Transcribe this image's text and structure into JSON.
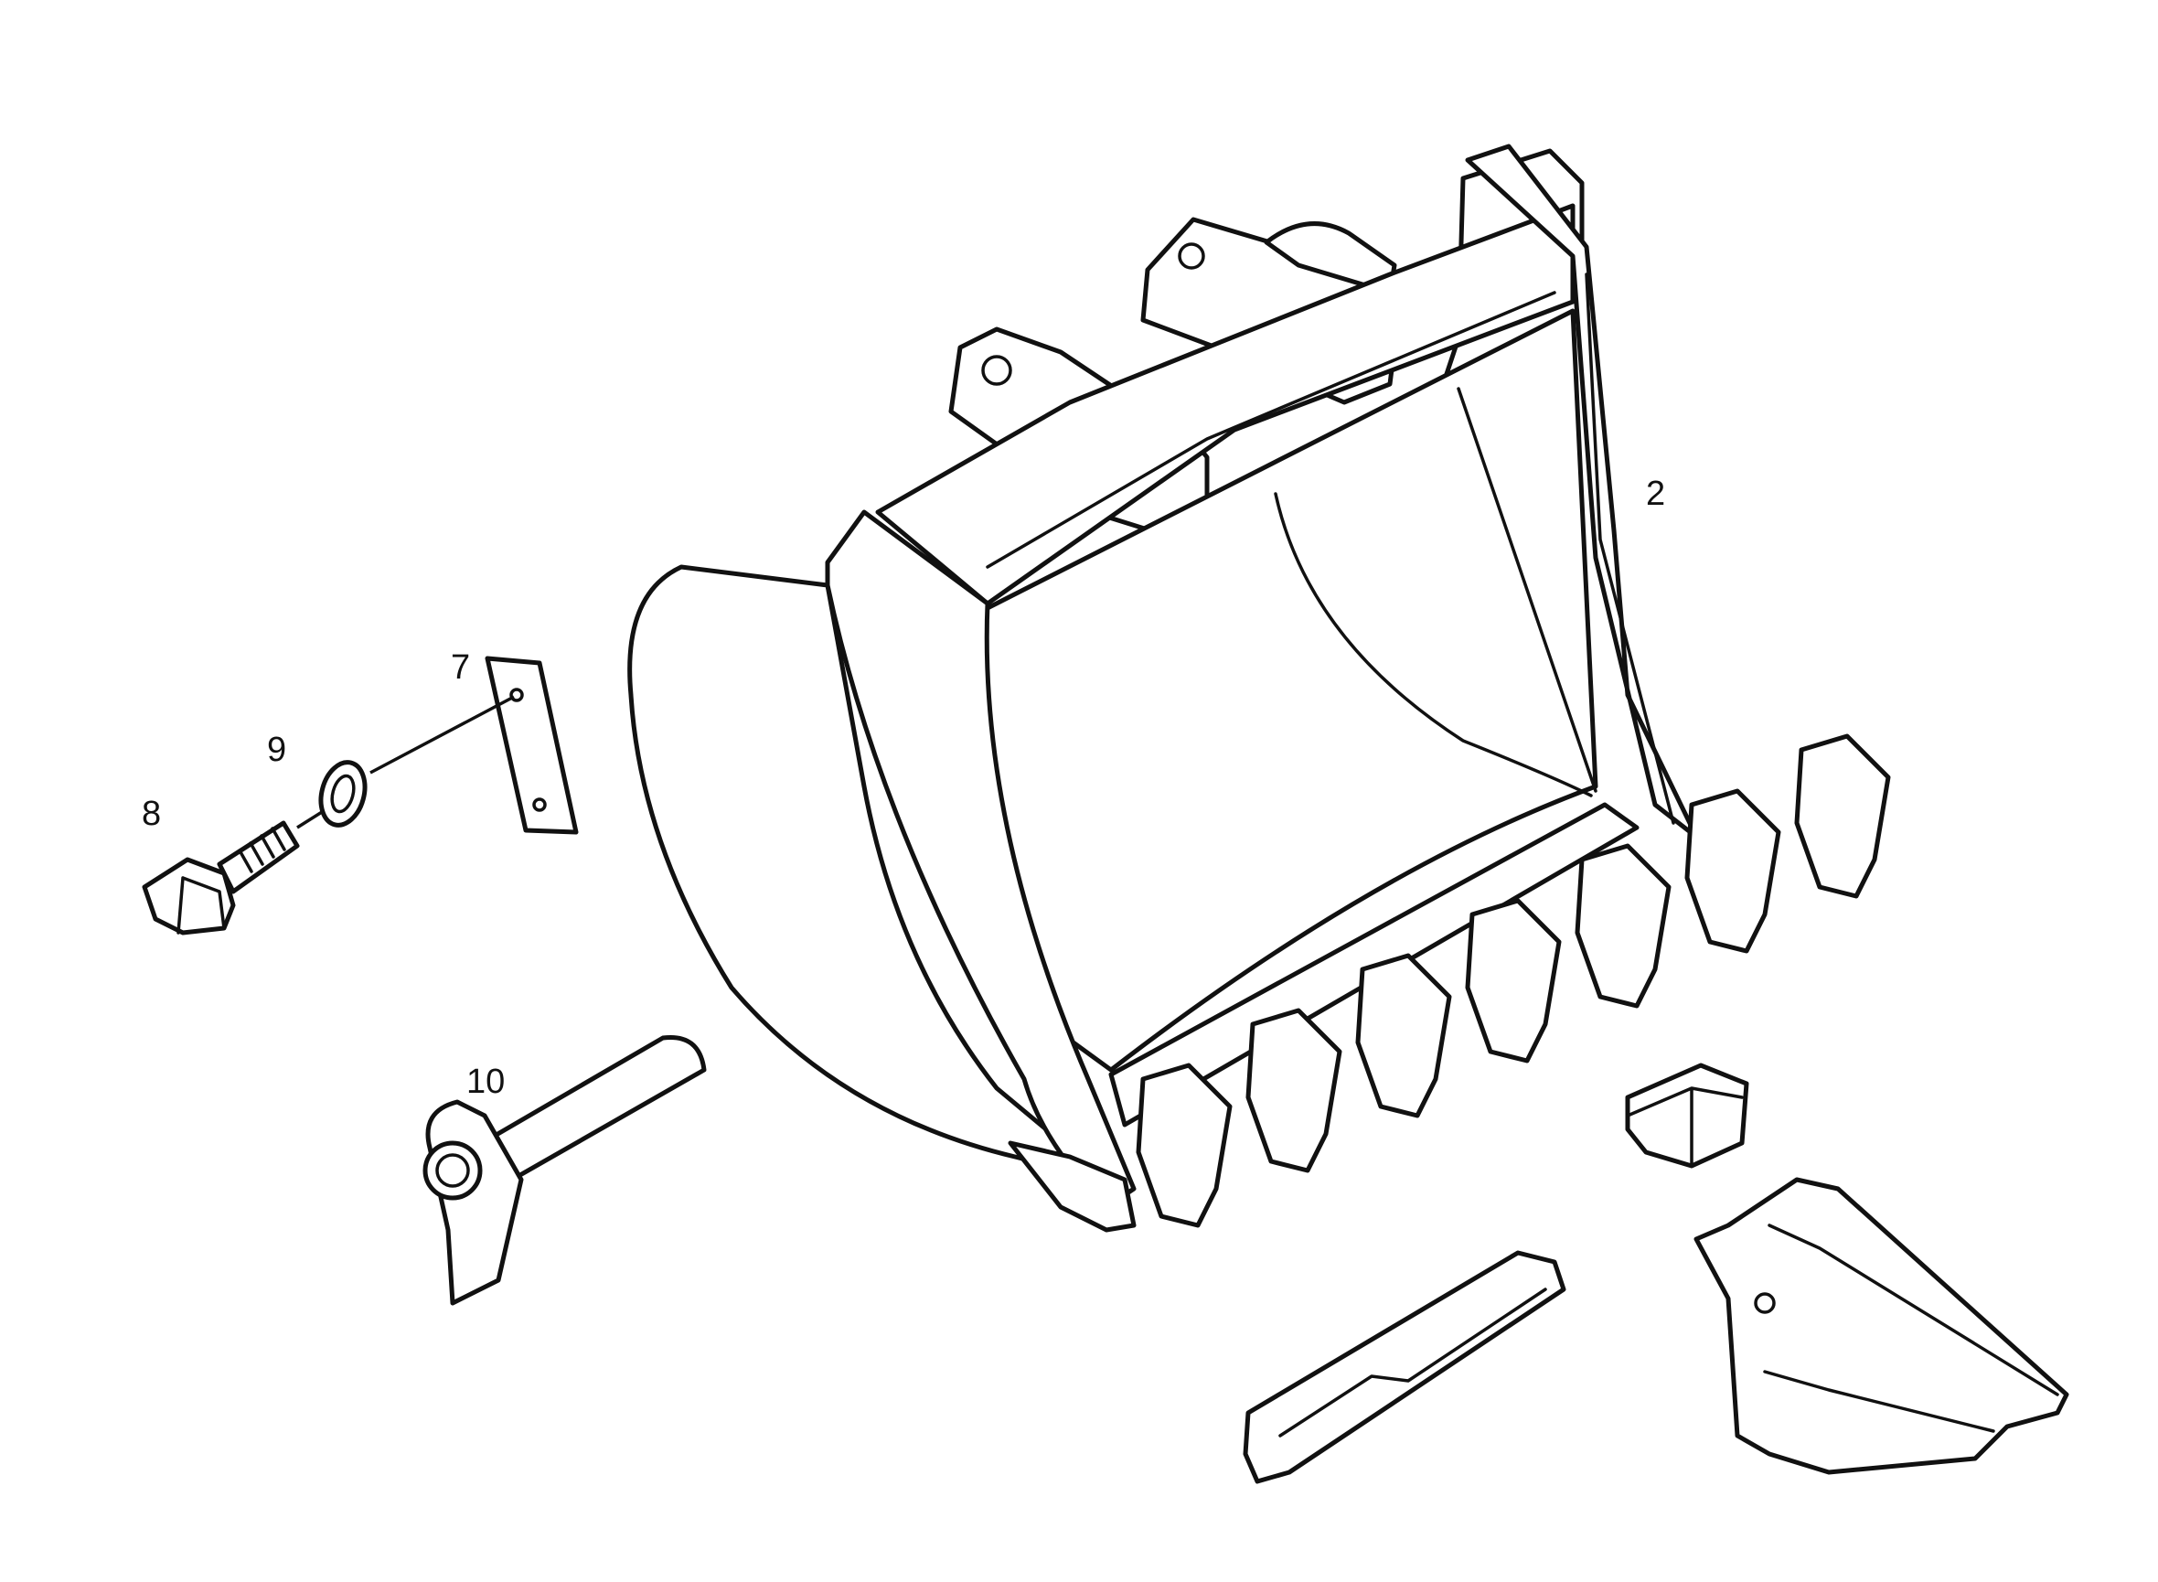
{
  "diagram": {
    "style_color": "#111111",
    "background_color": "#ffffff",
    "callouts": {
      "bucket": "2",
      "locking_plate": "7",
      "bolt": "8",
      "washer": "9",
      "pivot_pin": "10"
    }
  }
}
